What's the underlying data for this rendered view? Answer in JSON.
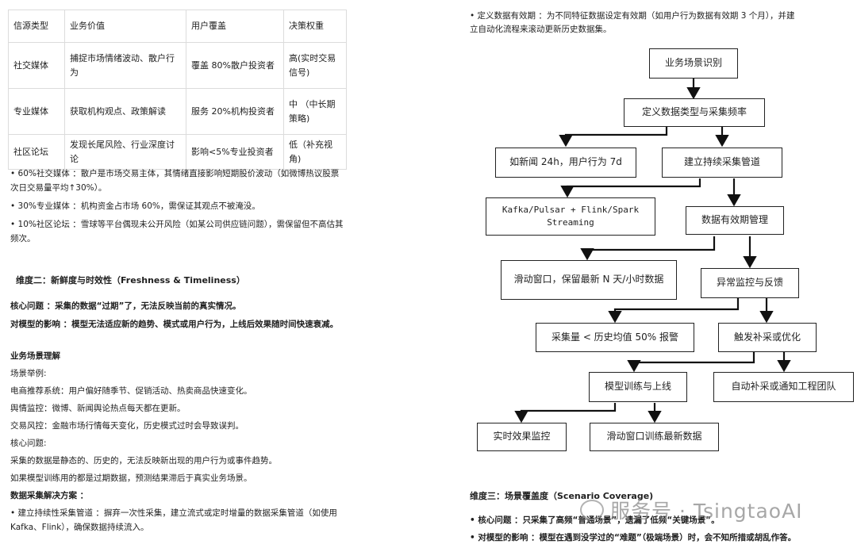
{
  "table": {
    "headers": [
      "信源类型",
      "业务价值",
      "用户覆盖",
      "决策权重"
    ],
    "rows": [
      [
        "社交媒体",
        "捕捉市场情绪波动、散户行为",
        "覆盖 80%散户投资者",
        "高(实时交易信号)"
      ],
      [
        "专业媒体",
        "获取机构观点、政策解读",
        "服务 20%机构投资者",
        "中 （中长期策略)"
      ],
      [
        "社区论坛",
        "发现长尾风险、行业深度讨论",
        "影响<5%专业投资者",
        "低（补充视角)"
      ]
    ]
  },
  "left": {
    "bullets": [
      "• 60%社交媒体 ：散户是市场交易主体，其情绪直接影响短期股价波动（如微博热议股票次日交易量平均↑30%）。",
      "• 30%专业媒体 ：机构资金占市场 60%，需保证其观点不被淹没。",
      "• 10%社区论坛 ：雪球等平台偶现未公开风险（如某公司供应链问题），需保留但不高估其频次。"
    ],
    "section_title": "维度二：新鲜度与时效性（Freshness & Timeliness）",
    "core_issue": "核心问题 ：采集的数据“过期”了，无法反映当前的真实情况。",
    "model_impact": "对模型的影响 ：模型无法适应新的趋势、模式或用户行为，上线后效果随时间快速衰减。",
    "biz_heading": "业务场景理解",
    "scenario_label": "场景举例:",
    "scenarios": [
      "电商推荐系统：用户偏好随季节、促销活动、热卖商品快速变化。",
      "舆情监控：微博、新闻舆论热点每天都在更新。",
      "交易风控：金融市场行情每天变化，历史模式过时会导致误判。"
    ],
    "core_label": "核心问题:",
    "core_lines": [
      "采集的数据是静态的、历史的，无法反映新出现的用户行为或事件趋势。",
      "如果模型训练用的都是过期数据，预测结果滞后于真实业务场景。"
    ],
    "solution_heading": "数据采集解决方案 ：",
    "solution_bullet": "• 建立持续性采集管道 ：摒弃一次性采集，建立流式或定时增量的数据采集管道（如使用 Kafka、Flink），确保数据持续流入。"
  },
  "right": {
    "top_bullet": "• 定义数据有效期 ：为不同特征数据设定有效期（如用户行为数据有效期 3 个月），并建立自动化流程来滚动更新历史数据集。",
    "flow": {
      "n1": "业务场景识别",
      "n2": "定义数据类型与采集频率",
      "n3": "如新闻 24h，用户行为 7d",
      "n4": "建立持续采集管道",
      "n5": "Kafka/Pulsar + Flink/Spark Streaming",
      "n6": "数据有效期管理",
      "n7": "滑动窗口，保留最新 N 天/小时数据",
      "n8": "异常监控与反馈",
      "n9": "采集量 < 历史均值 50% 报警",
      "n10": "触发补采或优化",
      "n11": "模型训练与上线",
      "n12": "自动补采或通知工程团队",
      "n13": "实时效果监控",
      "n14": "滑动窗口训练最新数据"
    },
    "section3_title": "维度三：场景覆盖度（Scenario Coverage)",
    "s3_core": "• 核心问题 ：只采集了高频“普通场景”，遗漏了低频“关键场景”。",
    "s3_impact": "• 对模型的影响 ：模型在遇到没学过的“难题”（极端场景）时，会不知所措或胡乱作答。"
  },
  "watermark": "服务号 · TsingtaoAI"
}
